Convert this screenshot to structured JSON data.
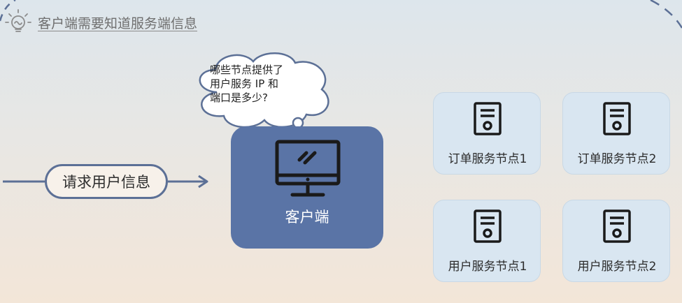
{
  "header": {
    "title": "客户端需要知道服务端信息",
    "icon": "lightbulb-icon"
  },
  "request": {
    "label": "请求用户信息"
  },
  "client": {
    "label": "客户端",
    "color": "#5a74a6"
  },
  "thought": {
    "lines": [
      "哪些节点提供了",
      "用户服务 IP 和",
      "端口是多少?"
    ]
  },
  "nodes": [
    {
      "label": "订单服务节点1"
    },
    {
      "label": "订单服务节点2"
    },
    {
      "label": "用户服务节点1"
    },
    {
      "label": "用户服务节点2"
    }
  ],
  "colors": {
    "arrow": "#5c7096",
    "node_bg": "#d9e6f1"
  }
}
